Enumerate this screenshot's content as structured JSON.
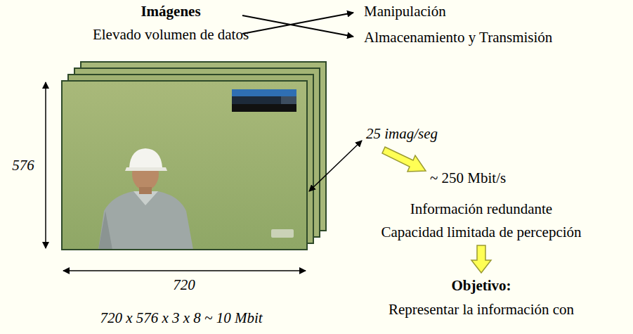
{
  "diagram": {
    "labels": [
      "Imágenes",
      "Elevado volumen de datos",
      "Manipulación",
      "Almacenamiento y Transmisión",
      "576",
      "720",
      "720 x 576 x 3 x 8 ~ 10 Mbit",
      "25 imag/seg",
      "~ 250 Mbit/s",
      "Información redundante",
      "Capacidad limitada de percepción",
      "Objetivo:",
      "Representar la información con"
    ]
  }
}
